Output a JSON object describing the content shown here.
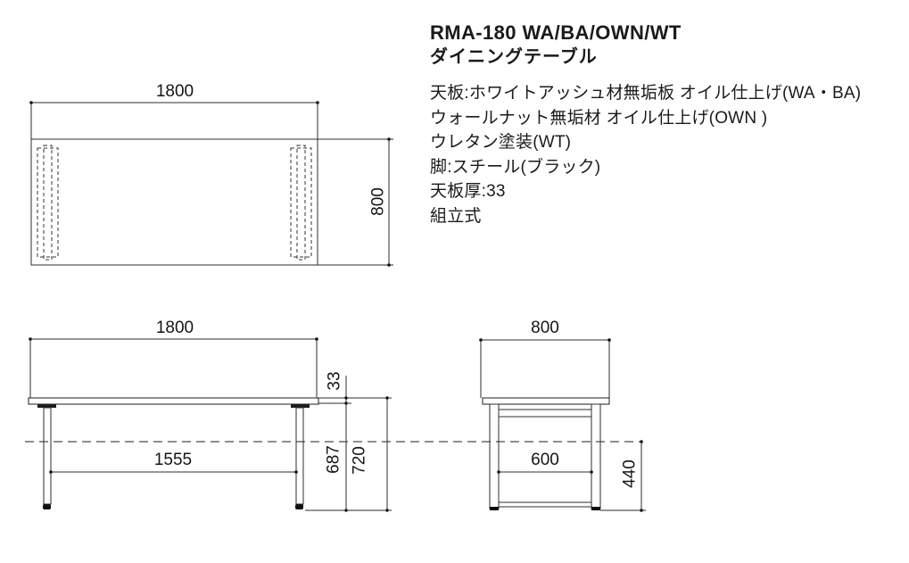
{
  "product": {
    "model": "RMA-180 WA/BA/OWN/WT",
    "name": "ダイニングテーブル",
    "specs": [
      "天板:ホワイトアッシュ材無垢板 オイル仕上げ(WA・BA)",
      "ウォールナット無垢材 オイル仕上げ(OWN )",
      "ウレタン塗装(WT)",
      "脚:スチール(ブラック)",
      "天板厚:33",
      "組立式"
    ]
  },
  "dimensions": {
    "top_view": {
      "width": "1800",
      "depth": "800"
    },
    "front_view": {
      "width": "1800",
      "top_thickness": "33",
      "inner_leg_span": "1555",
      "underside_height": "687",
      "total_height": "720"
    },
    "side_view": {
      "depth": "800",
      "inner_leg_span": "600",
      "lower_height": "440"
    }
  },
  "colors": {
    "line": "#2e2e2e",
    "dark": "#1c1c1c",
    "centerline": "#4a4a4a",
    "background": "#ffffff"
  }
}
